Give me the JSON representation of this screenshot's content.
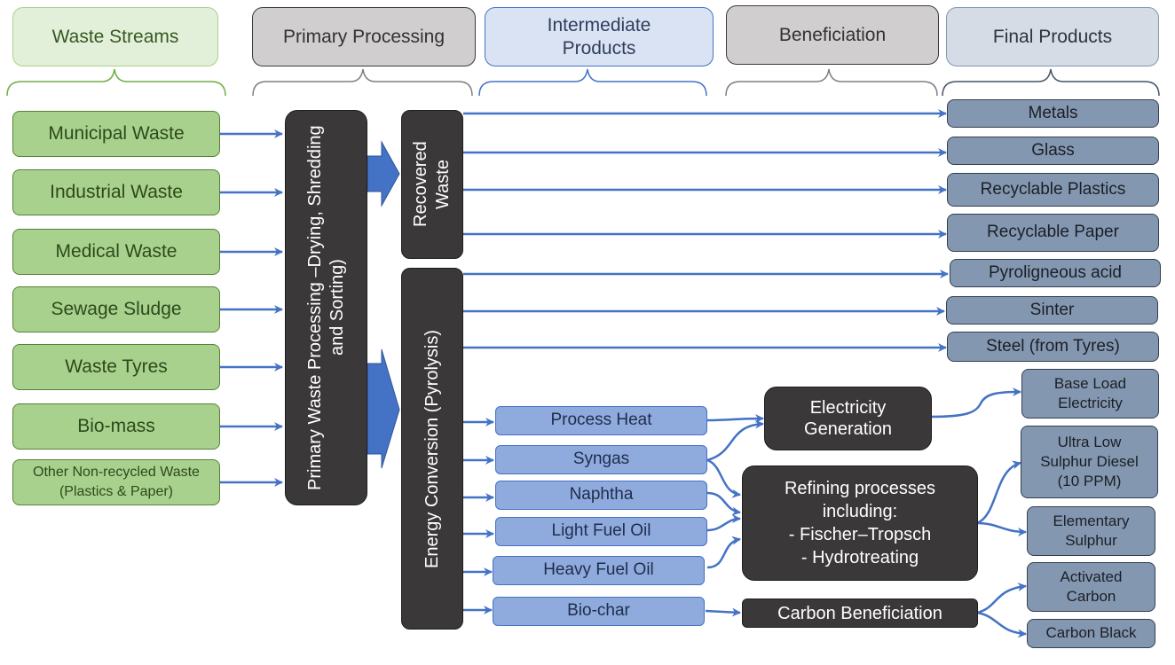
{
  "headers": {
    "waste_streams": "Waste Streams",
    "primary_processing": "Primary Processing",
    "intermediate_products": "Intermediate Products",
    "beneficiation": "Beneficiation",
    "final_products": "Final Products"
  },
  "waste_streams": [
    "Municipal Waste",
    "Industrial Waste",
    "Medical Waste",
    "Sewage Sludge",
    "Waste Tyres",
    "Bio-mass",
    "Other Non-recycled Waste (Plastics & Paper)"
  ],
  "primary": {
    "processing": "Primary Waste Processing –Drying, Shredding and Sorting)",
    "recovered": "Recovered Waste",
    "energy": "Energy Conversion (Pyrolysis)"
  },
  "intermediate": [
    "Process Heat",
    "Syngas",
    "Naphtha",
    "Light Fuel Oil",
    "Heavy Fuel Oil",
    "Bio-char"
  ],
  "beneficiation": {
    "electricity": "Electricity Generation",
    "refining_title": "Refining processes including:",
    "refining_item1": "- Fischer–Tropsch",
    "refining_item2": "- Hydrotreating",
    "carbon": "Carbon Beneficiation"
  },
  "final_products": [
    "Metals",
    "Glass",
    "Recyclable Plastics",
    "Recyclable Paper",
    "Pyroligneous acid",
    "Sinter",
    "Steel (from Tyres)",
    "Base Load Electricity",
    "Ultra Low Sulphur Diesel (10 PPM)",
    "Elementary Sulphur",
    "Activated Carbon",
    "Carbon Black"
  ],
  "colors": {
    "arrow": "#4472c4",
    "waste_fill": "#a9d18e",
    "dark_fill": "#3a3838",
    "intermediate_fill": "#8faadc",
    "final_fill": "#8497b0"
  }
}
